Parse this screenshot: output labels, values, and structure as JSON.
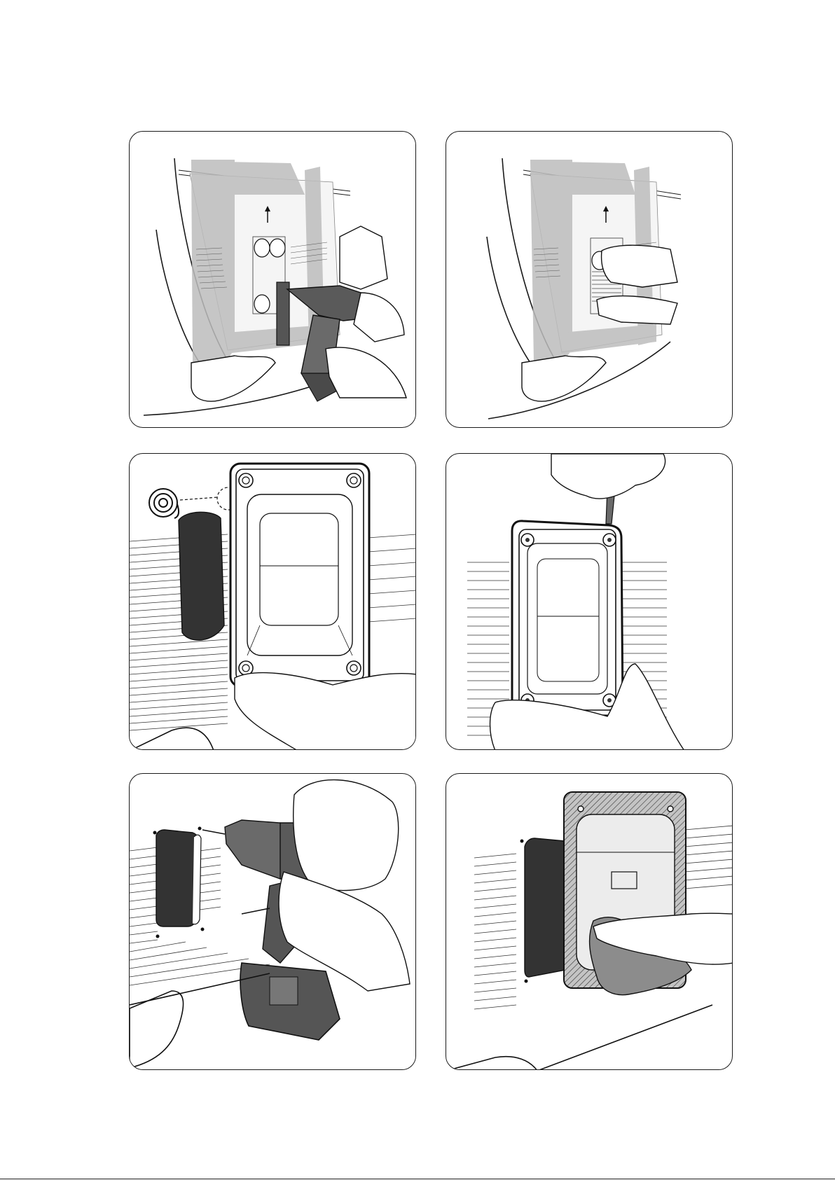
{
  "page": {
    "illustrations": [
      {
        "name": "cut-template-with-jigsaw"
      },
      {
        "name": "remove-cut-out-panel"
      },
      {
        "name": "attach-tape-to-frame"
      },
      {
        "name": "mark-screw-holes"
      },
      {
        "name": "drill-screw-holes"
      },
      {
        "name": "clean-mounting-surface"
      }
    ]
  },
  "colors": {
    "ink": "#1a1a1a",
    "tape": "#bdbdbd",
    "tool": "#5a5a5a",
    "dark_fill": "#333333",
    "cloth": "#8c8c8c"
  }
}
